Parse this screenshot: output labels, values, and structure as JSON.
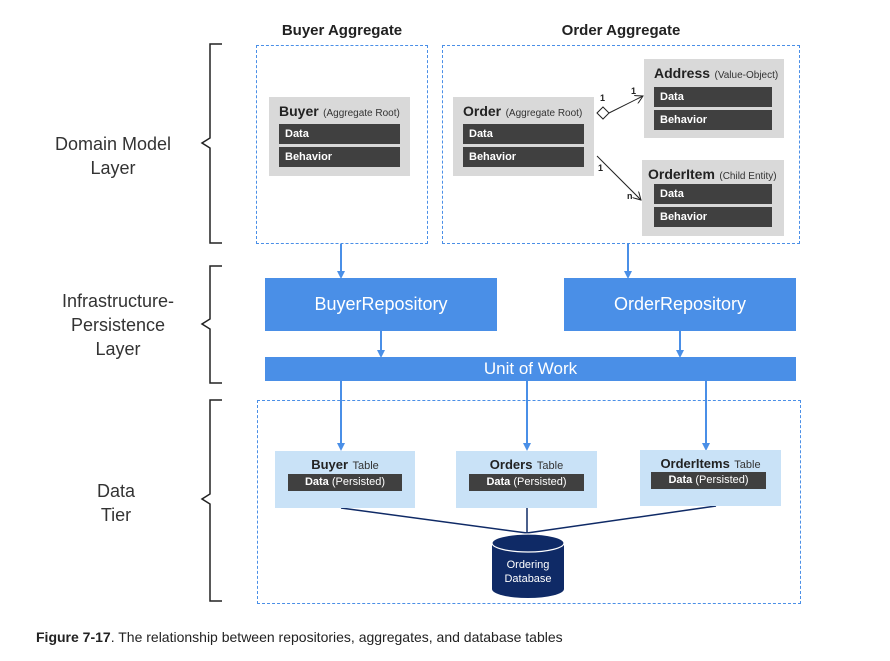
{
  "layers": {
    "domain": [
      "Domain Model",
      "Layer"
    ],
    "infrastructure": [
      "Infrastructure-",
      "Persistence",
      "Layer"
    ],
    "data": [
      "Data",
      "Tier"
    ]
  },
  "aggregates": {
    "buyer_title": "Buyer Aggregate",
    "order_title": "Order Aggregate"
  },
  "entities": {
    "buyer": {
      "name": "Buyer",
      "kind": "(Aggregate Root)",
      "data": "Data",
      "behavior": "Behavior"
    },
    "order": {
      "name": "Order",
      "kind": "(Aggregate Root)",
      "data": "Data",
      "behavior": "Behavior"
    },
    "address": {
      "name": "Address",
      "kind": "(Value-Object)",
      "data": "Data",
      "behavior": "Behavior"
    },
    "orderitem": {
      "name": "OrderItem",
      "kind": "(Child Entity)",
      "data": "Data",
      "behavior": "Behavior"
    }
  },
  "multiplicity": {
    "order_address_from": "1",
    "order_address_to": "1",
    "order_item_from": "1",
    "order_item_to": "n"
  },
  "repositories": {
    "buyer": "BuyerRepository",
    "order": "OrderRepository"
  },
  "unit_of_work": "Unit of Work",
  "tables": {
    "buyer": {
      "name": "Buyer",
      "suffix": "Table",
      "data": "Data",
      "persisted": "(Persisted)"
    },
    "orders": {
      "name": "Orders",
      "suffix": "Table",
      "data": "Data",
      "persisted": "(Persisted)"
    },
    "orderitems": {
      "name": "OrderItems",
      "suffix": "Table",
      "data": "Data",
      "persisted": "(Persisted)"
    }
  },
  "database": [
    "Ordering",
    "Database"
  ],
  "caption": {
    "label": "Figure 7-17",
    "text": ". The relationship between repositories, aggregates, and database tables"
  },
  "colors": {
    "accent_blue": "#4a8fe7",
    "entity_gray": "#d9d9d9",
    "bar_dark": "#404040",
    "table_light_blue": "#c9e2f7",
    "database_navy": "#0f2a66"
  }
}
